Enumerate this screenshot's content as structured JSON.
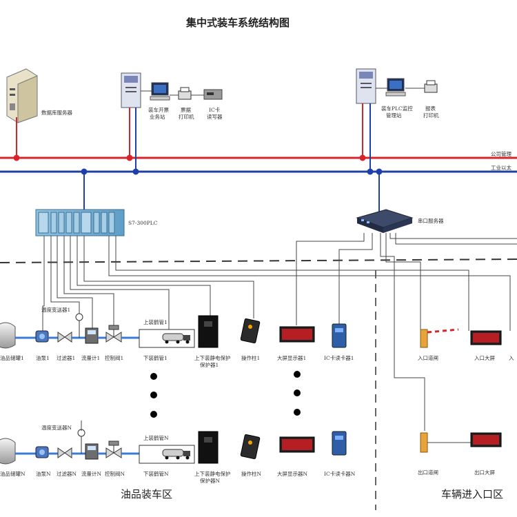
{
  "title": "集中式装车系统结构图",
  "network": {
    "red_bus_label": "公司管理",
    "blue_bus_label": "工业以太",
    "red_color": "#d8232a",
    "blue_color": "#1f3fa8"
  },
  "devices": {
    "db_server": "数据库服务器",
    "ws1_a": "装车开票",
    "ws1_b": "业务站",
    "print1_a": "票据",
    "print1_b": "打印机",
    "ic1_a": "IC卡",
    "ic1_b": "读写器",
    "ws2_a": "装车PLC监控",
    "ws2_b": "管理站",
    "print2_a": "报表",
    "print2_b": "打印机",
    "plc": "S7-300PLC",
    "serial_server": "串口服务器"
  },
  "loading_row_1": {
    "tank": "油品储罐1",
    "pump": "油泵1",
    "filter": "过滤器1",
    "meter": "流量计1",
    "valve": "控制阀1",
    "temp": "温度变送器1",
    "crane_top": "上装鹤管1",
    "crane_bottom": "下装鹤管1",
    "static_a": "上下装静电保护",
    "static_b": "保护器1",
    "operator": "操作柱1",
    "display": "大屏显示器1",
    "ic_reader": "IC卡读卡器1"
  },
  "loading_row_n": {
    "tank": "油品储罐N",
    "pump": "油泵N",
    "filter": "过滤器N",
    "meter": "流量计N",
    "valve": "控制阀N",
    "temp": "温度变送器N",
    "crane_top": "上装鹤管N",
    "crane_bottom": "下装鹤管N",
    "static_a": "上下装静电保护",
    "static_b": "保护器N",
    "operator": "操作柱N",
    "display": "大屏显示器N",
    "ic_reader": "IC卡读卡器N"
  },
  "gate": {
    "entry_gate": "入口道闸",
    "entry_screen": "入口大屏",
    "entry_cut": "入",
    "exit_gate": "出口道闸",
    "exit_screen": "出口大屏"
  },
  "zones": {
    "loading": "油品装车区",
    "entry": "车辆进入口区"
  }
}
